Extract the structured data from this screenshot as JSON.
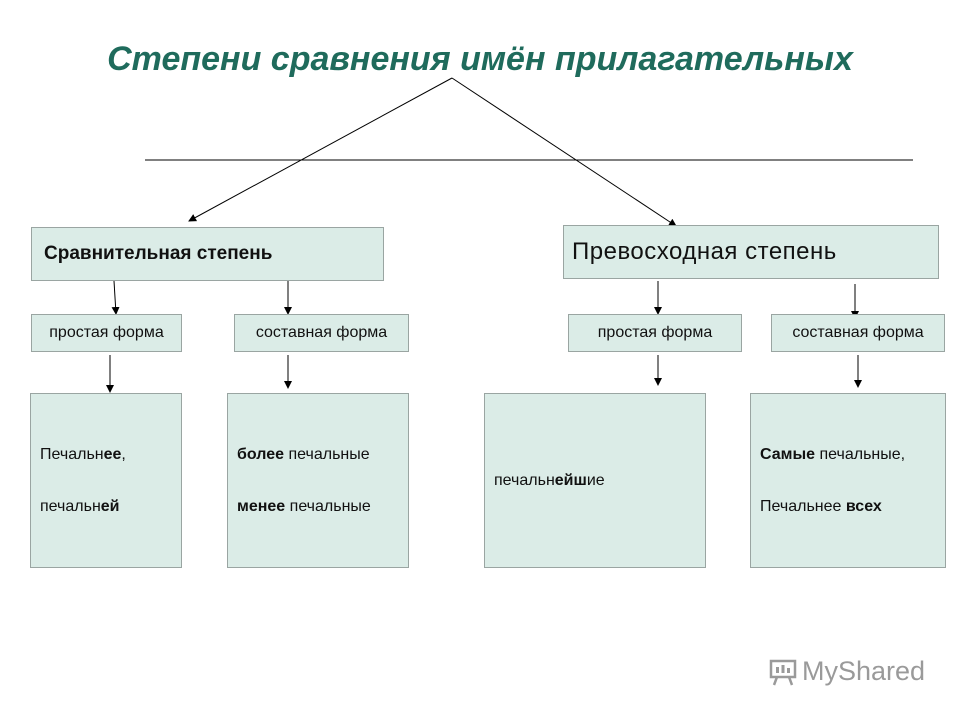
{
  "title": "Степени сравнения имён прилагательных",
  "comparative": {
    "header": "Сравнительная степень",
    "simple_form": "простая форма",
    "compound_form": "составная форма",
    "simple_examples": [
      [
        {
          "t": "Печальн",
          "b": false
        },
        {
          "t": "ее",
          "b": true
        },
        {
          "t": ",",
          "b": false
        }
      ],
      [
        {
          "t": "печальн",
          "b": false
        },
        {
          "t": "ей",
          "b": true
        }
      ]
    ],
    "compound_examples": [
      [
        {
          "t": "более",
          "b": true
        },
        {
          "t": " печальные",
          "b": false
        }
      ],
      [
        {
          "t": "менее",
          "b": true
        },
        {
          "t": " печальные",
          "b": false
        }
      ]
    ]
  },
  "superlative": {
    "header": "Превосходная степень",
    "simple_form": "простая форма",
    "compound_form": "составная форма",
    "simple_examples": [
      [
        {
          "t": "печальн",
          "b": false
        },
        {
          "t": "ейш",
          "b": true
        },
        {
          "t": "ие",
          "b": false
        }
      ]
    ],
    "compound_examples": [
      [
        {
          "t": "Самые",
          "b": true
        },
        {
          "t": " печальные,",
          "b": false
        }
      ],
      [
        {
          "t": "Печальнее ",
          "b": false
        },
        {
          "t": "всех",
          "b": true
        }
      ]
    ]
  },
  "watermark": "MyShared",
  "colors": {
    "title": "#1f6b5c",
    "box_fill": "#dbece7",
    "box_border": "#9aa5a2"
  }
}
